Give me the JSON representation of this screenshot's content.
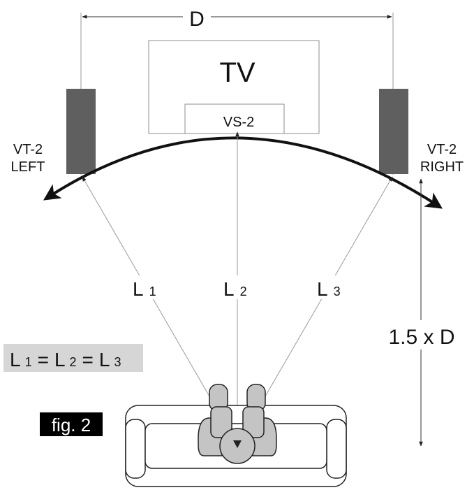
{
  "labels": {
    "dimension": "D",
    "tv": "TV",
    "center_speaker": "VS-2",
    "left_speaker_model": "VT-2",
    "left_speaker_side": "LEFT",
    "right_speaker_model": "VT-2",
    "right_speaker_side": "RIGHT",
    "l1_letter": "L",
    "l1_sub": "1",
    "l2_letter": "L",
    "l2_sub": "2",
    "l3_letter": "L",
    "l3_sub": "3",
    "distance": "1.5 x D",
    "figure": "fig. 2"
  },
  "equation": {
    "l1_letter": "L",
    "l1_sub": "1",
    "eq1": "=",
    "l2_letter": "L",
    "l2_sub": "2",
    "eq2": "=",
    "l3_letter": "L",
    "l3_sub": "3"
  },
  "colors": {
    "speaker": "#5f5f5f",
    "equation_bg": "#d6d6d6",
    "figure_bg": "#000000",
    "figure_text": "#ffffff",
    "person_fill": "#c4c4c4",
    "line": "#9a9a9a"
  }
}
